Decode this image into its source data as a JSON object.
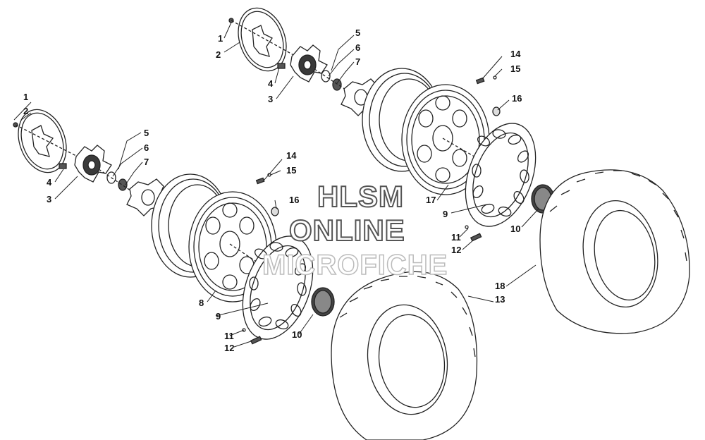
{
  "diagram": {
    "callouts": {
      "left_1": "1",
      "left_2": "2",
      "left_3": "3",
      "left_4": "4",
      "left_5": "5",
      "left_6": "6",
      "left_7": "7",
      "left_8": "8",
      "left_9": "9",
      "left_10": "10",
      "left_11": "11",
      "left_12": "12",
      "left_14": "14",
      "left_15": "15",
      "left_16": "16",
      "right_1": "1",
      "right_2": "2",
      "right_3": "3",
      "right_4": "4",
      "right_5": "5",
      "right_6": "6",
      "right_7": "7",
      "right_9": "9",
      "right_10": "10",
      "right_11": "11",
      "right_12": "12",
      "right_14": "14",
      "right_15": "15",
      "right_16": "16",
      "right_17": "17",
      "tire_13": "13",
      "tire_18": "18"
    }
  },
  "watermark": {
    "line1": "HLSM",
    "line2": "ONLINE",
    "line3": "MICROFICHE"
  },
  "colors": {
    "line": "#222222",
    "dark_fill": "#3a3a3a",
    "watermark_outline": "#555555"
  }
}
